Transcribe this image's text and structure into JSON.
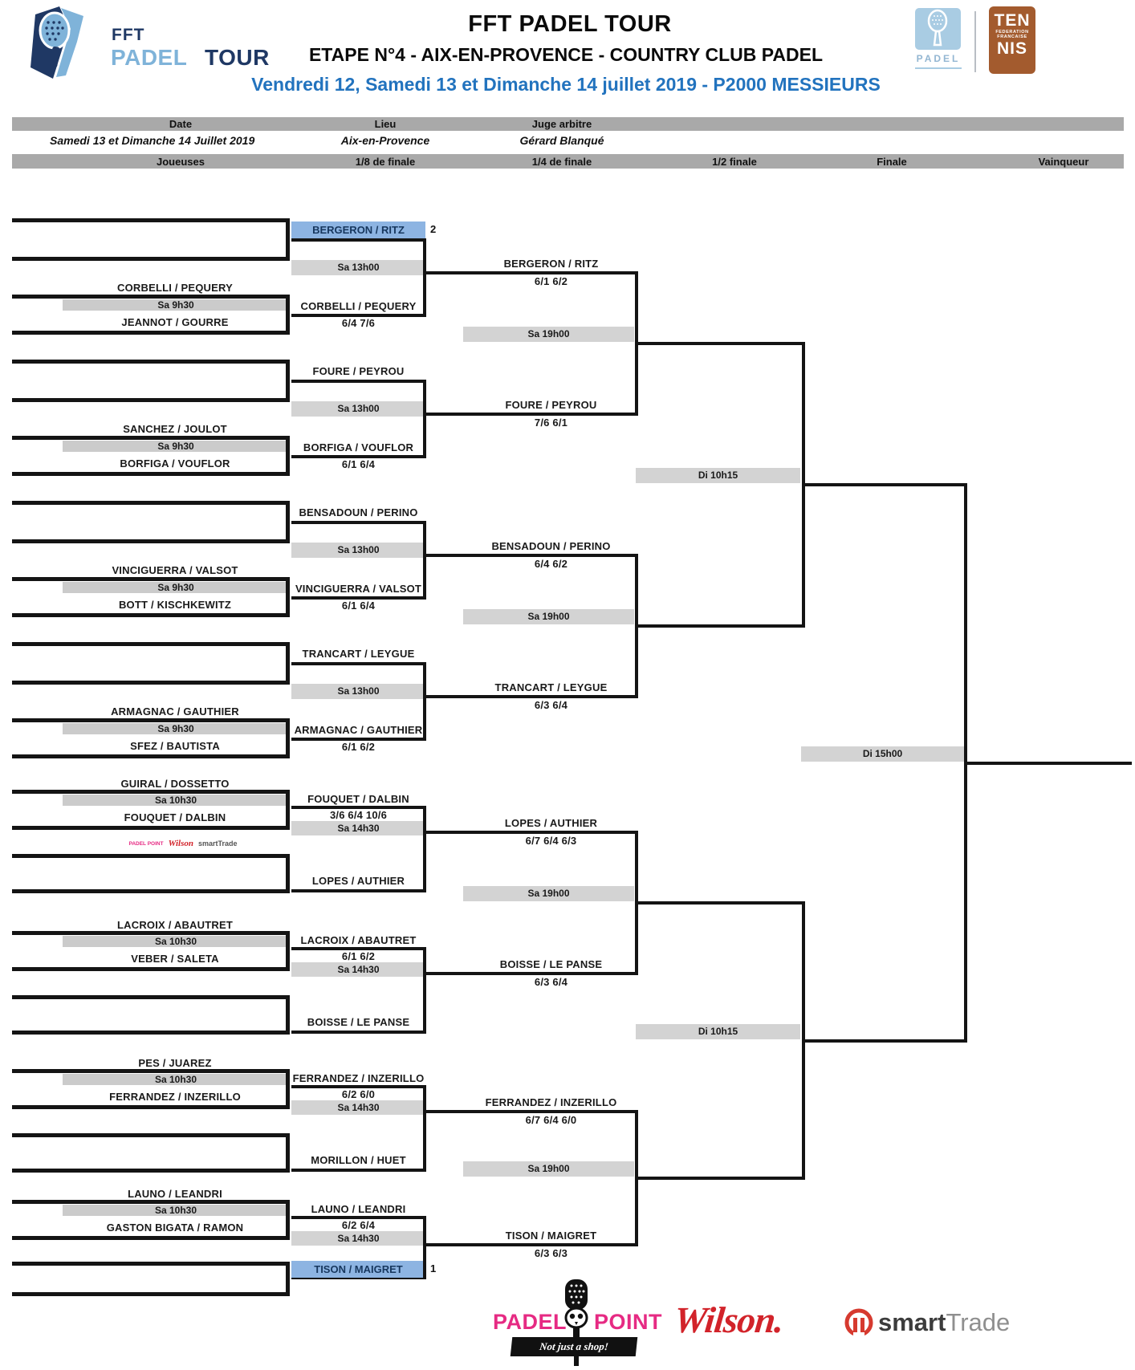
{
  "header": {
    "logo_left": {
      "fft": "FFT",
      "padel": "PADEL",
      "tour": "TOUR"
    },
    "title": "FFT PADEL TOUR",
    "etape": "ETAPE N°4 - AIX-EN-PROVENCE - COUNTRY CLUB PADEL",
    "dates": "Vendredi 12, Samedi 13 et Dimanche 14 juillet 2019 - P2000 MESSIEURS",
    "logo_padel_label": "PADEL",
    "logo_tennis": {
      "top": "TEN",
      "mid1": "FEDERATION",
      "mid2": "FRANCAISE",
      "bottom": "NIS"
    }
  },
  "info": {
    "col_date": "Date",
    "col_lieu": "Lieu",
    "col_juge": "Juge arbitre",
    "date": "Samedi 13 et Dimanche 14 Juillet 2019",
    "lieu": "Aix-en-Provence",
    "juge": "Gérard Blanqué"
  },
  "round_headers": [
    "Joueuses",
    "1/8 de finale",
    "1/4 de finale",
    "1/2 finale",
    "Finale",
    "Vainqueur"
  ],
  "bracket": {
    "sections": [
      {
        "half": "top",
        "seed": "2",
        "seed_team": "BERGERON / RITZ",
        "seed_highlight": true,
        "r8_time": "Sa 13h00",
        "r1": {
          "team1": "CORBELLI / PEQUERY",
          "time": "Sa 9h30",
          "team2": "JEANNOT / GOURRE",
          "winner": "CORBELLI / PEQUERY",
          "score": "6/4 7/6"
        },
        "qf_entrant": "BERGERON / RITZ",
        "qf_entrant_score": "6/1 6/2"
      },
      {
        "half": "top",
        "seed": "",
        "seed_team": "FOURE / PEYROU",
        "seed_highlight": false,
        "r8_time": "Sa 13h00",
        "r1": {
          "team1": "SANCHEZ / JOULOT",
          "time": "Sa 9h30",
          "team2": "BORFIGA / VOUFLOR",
          "winner": "BORFIGA / VOUFLOR",
          "score": "6/1 6/4"
        },
        "qf_entrant": "FOURE / PEYROU",
        "qf_entrant_score": "7/6 6/1"
      },
      {
        "half": "top",
        "seed": "",
        "seed_team": "BENSADOUN / PERINO",
        "seed_highlight": false,
        "r8_time": "Sa 13h00",
        "r1": {
          "team1": "VINCIGUERRA / VALSOT",
          "time": "Sa 9h30",
          "team2": "BOTT / KISCHKEWITZ",
          "winner": "VINCIGUERRA / VALSOT",
          "score": "6/1 6/4"
        },
        "qf_entrant": "BENSADOUN / PERINO",
        "qf_entrant_score": "6/4 6/2"
      },
      {
        "half": "top",
        "seed": "",
        "seed_team": "TRANCART / LEYGUE",
        "seed_highlight": false,
        "r8_time": "Sa 13h00",
        "r1": {
          "team1": "ARMAGNAC / GAUTHIER",
          "time": "Sa 9h30",
          "team2": "SFEZ / BAUTISTA",
          "winner": "ARMAGNAC / GAUTHIER",
          "score": "6/1 6/2"
        },
        "qf_entrant": "TRANCART / LEYGUE",
        "qf_entrant_score": "6/3 6/4"
      },
      {
        "half": "bottom",
        "seed": "",
        "seed_team": "LOPES / AUTHIER",
        "seed_highlight": false,
        "r8_time": "Sa 14h30",
        "r1": {
          "team1": "GUIRAL / DOSSETTO",
          "time": "Sa 10h30",
          "team2": "FOUQUET / DALBIN",
          "winner": "FOUQUET / DALBIN",
          "score": "3/6 6/4 10/6"
        },
        "qf_entrant": "LOPES / AUTHIER",
        "qf_entrant_score": "6/7 6/4 6/3",
        "has_sponsor_strip": true
      },
      {
        "half": "bottom",
        "seed": "",
        "seed_team": "BOISSE / LE PANSE",
        "seed_highlight": false,
        "r8_time": "Sa 14h30",
        "r1": {
          "team1": "LACROIX / ABAUTRET",
          "time": "Sa 10h30",
          "team2": "VEBER / SALETA",
          "winner": "LACROIX / ABAUTRET",
          "score": "6/1 6/2"
        },
        "qf_entrant": "BOISSE / LE PANSE",
        "qf_entrant_score": "6/3 6/4"
      },
      {
        "half": "bottom",
        "seed": "",
        "seed_team": "MORILLON / HUET",
        "seed_highlight": false,
        "r8_time": "Sa 14h30",
        "r1": {
          "team1": "PES / JUAREZ",
          "time": "Sa 10h30",
          "team2": "FERRANDEZ / INZERILLO",
          "winner": "FERRANDEZ / INZERILLO",
          "score": "6/2 6/0"
        },
        "qf_entrant": "FERRANDEZ / INZERILLO",
        "qf_entrant_score": "6/7 6/4 6/0"
      },
      {
        "half": "bottom",
        "seed": "1",
        "seed_team": "TISON / MAIGRET",
        "seed_highlight": true,
        "r8_time": "Sa 14h30",
        "r1": {
          "team1": "LAUNO / LEANDRI",
          "time": "Sa 10h30",
          "team2": "GASTON BIGATA / RAMON",
          "winner": "LAUNO / LEANDRI",
          "score": "6/2 6/4"
        },
        "qf_entrant": "TISON / MAIGRET",
        "qf_entrant_score": "6/3 6/3"
      }
    ],
    "quarterfinal_times": [
      "Sa 19h00",
      "Sa 19h00",
      "Sa 19h00",
      "Sa 19h00"
    ],
    "semifinal_times": [
      "Di 10h15",
      "Di 10h15"
    ],
    "final_time": "Di 15h00"
  },
  "sponsors": {
    "strip_mini": {
      "padel_point": "PADEL POINT",
      "wilson": "Wilson",
      "smarttrade": "smartTrade"
    },
    "padel_point": {
      "left": "PADEL",
      "right": "POINT",
      "tagline": "Not just a shop!"
    },
    "wilson": "Wilson.",
    "smarttrade": {
      "bold": "smart",
      "light": "Trade"
    }
  },
  "colors": {
    "highlight_blue": "#8db4e2",
    "seed_text_navy": "#17375e",
    "header_bar_gray": "#a9a9a9",
    "time_bar_gray": "#d3d3d3",
    "title_blue": "#2273be",
    "fft_navy": "#1f3864",
    "fft_lightblue": "#7fb3d9",
    "tennis_brown": "#a35b2e",
    "padelpoint_pink": "#e62a83",
    "wilson_red": "#d2232a"
  }
}
